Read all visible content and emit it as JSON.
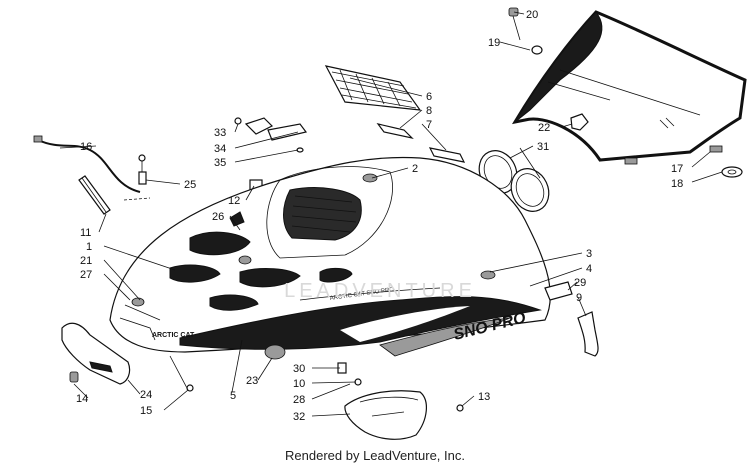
{
  "credit": "Rendered by LeadVenture, Inc.",
  "watermark": "LEADVENTURE",
  "hood_brand": "ARCTIC CAT",
  "side_decal": "SNO PRO",
  "side_decal_small": "ARCTIC CAT  SNO PRO",
  "callouts": {
    "c1": "1",
    "c2": "2",
    "c3": "3",
    "c4": "4",
    "c5": "5",
    "c6": "6",
    "c7": "7",
    "c8": "8",
    "c9": "9",
    "c10": "10",
    "c11": "11",
    "c12": "12",
    "c13": "13",
    "c14": "14",
    "c15": "15",
    "c16": "16",
    "c17": "17",
    "c18": "18",
    "c19": "19",
    "c20": "20",
    "c21": "21",
    "c22": "22",
    "c23": "23",
    "c24": "24",
    "c25": "25",
    "c26": "26",
    "c27": "27",
    "c28": "28",
    "c29": "29",
    "c30": "30",
    "c31": "31",
    "c32": "32",
    "c33": "33",
    "c34": "34",
    "c35": "35"
  }
}
